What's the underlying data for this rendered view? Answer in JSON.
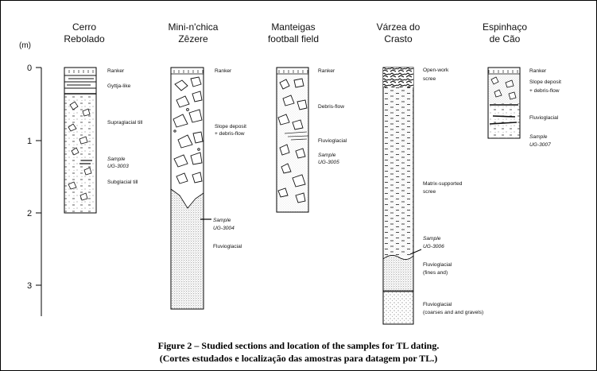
{
  "axis": {
    "unit": "(m)",
    "ticks": [
      "0",
      "1",
      "2",
      "3"
    ]
  },
  "sections": [
    {
      "title_lines": [
        "Cerro",
        "Rebolado"
      ],
      "layers": [
        {
          "label": "Ranker"
        },
        {
          "label": "Gyttja-like"
        },
        {
          "label": "Supraglacial till"
        },
        {
          "label": "Subglacial till"
        }
      ],
      "samples": [
        {
          "line1": "Sample",
          "line2": "UG-3003"
        }
      ]
    },
    {
      "title_lines": [
        "Mini-n'chica",
        "Zêzere"
      ],
      "layers": [
        {
          "label": "Ranker"
        },
        {
          "label": "Slope deposit"
        },
        {
          "label": "+ debris-flow"
        },
        {
          "label": "Fluvioglacial"
        }
      ],
      "samples": [
        {
          "line1": "Sample",
          "line2": "UG-3004"
        }
      ]
    },
    {
      "title_lines": [
        "Manteigas",
        "football field"
      ],
      "layers": [
        {
          "label": "Ranker"
        },
        {
          "label": "Debris-flow"
        },
        {
          "label": "Fluvioglacial"
        }
      ],
      "samples": [
        {
          "line1": "Sample",
          "line2": "UG-3005"
        }
      ]
    },
    {
      "title_lines": [
        "Várzea do",
        "Crasto"
      ],
      "layers": [
        {
          "label": "Open-work"
        },
        {
          "label": "scree"
        },
        {
          "label": "Matrix-supported"
        },
        {
          "label": "scree"
        },
        {
          "label": "Fluvioglacial"
        },
        {
          "label": "(fines and)"
        },
        {
          "label": "Fluvioglacial"
        },
        {
          "label": "(coarses and and gravels)"
        }
      ],
      "samples": [
        {
          "line1": "Sample",
          "line2": "UG-3006"
        }
      ]
    },
    {
      "title_lines": [
        "Espinhaço",
        "de Cão"
      ],
      "layers": [
        {
          "label": "Ranker"
        },
        {
          "label": "Slope deposit"
        },
        {
          "label": "+ debris-flow"
        },
        {
          "label": "Fluvioglacial"
        }
      ],
      "samples": [
        {
          "line1": "Sample",
          "line2": "UG-3007"
        }
      ]
    }
  ],
  "caption": {
    "line1": "Figure 2 – Studied sections and location of the samples for TL dating.",
    "line2": "(Cortes estudados e localização das amostras para datagem por TL.)"
  }
}
